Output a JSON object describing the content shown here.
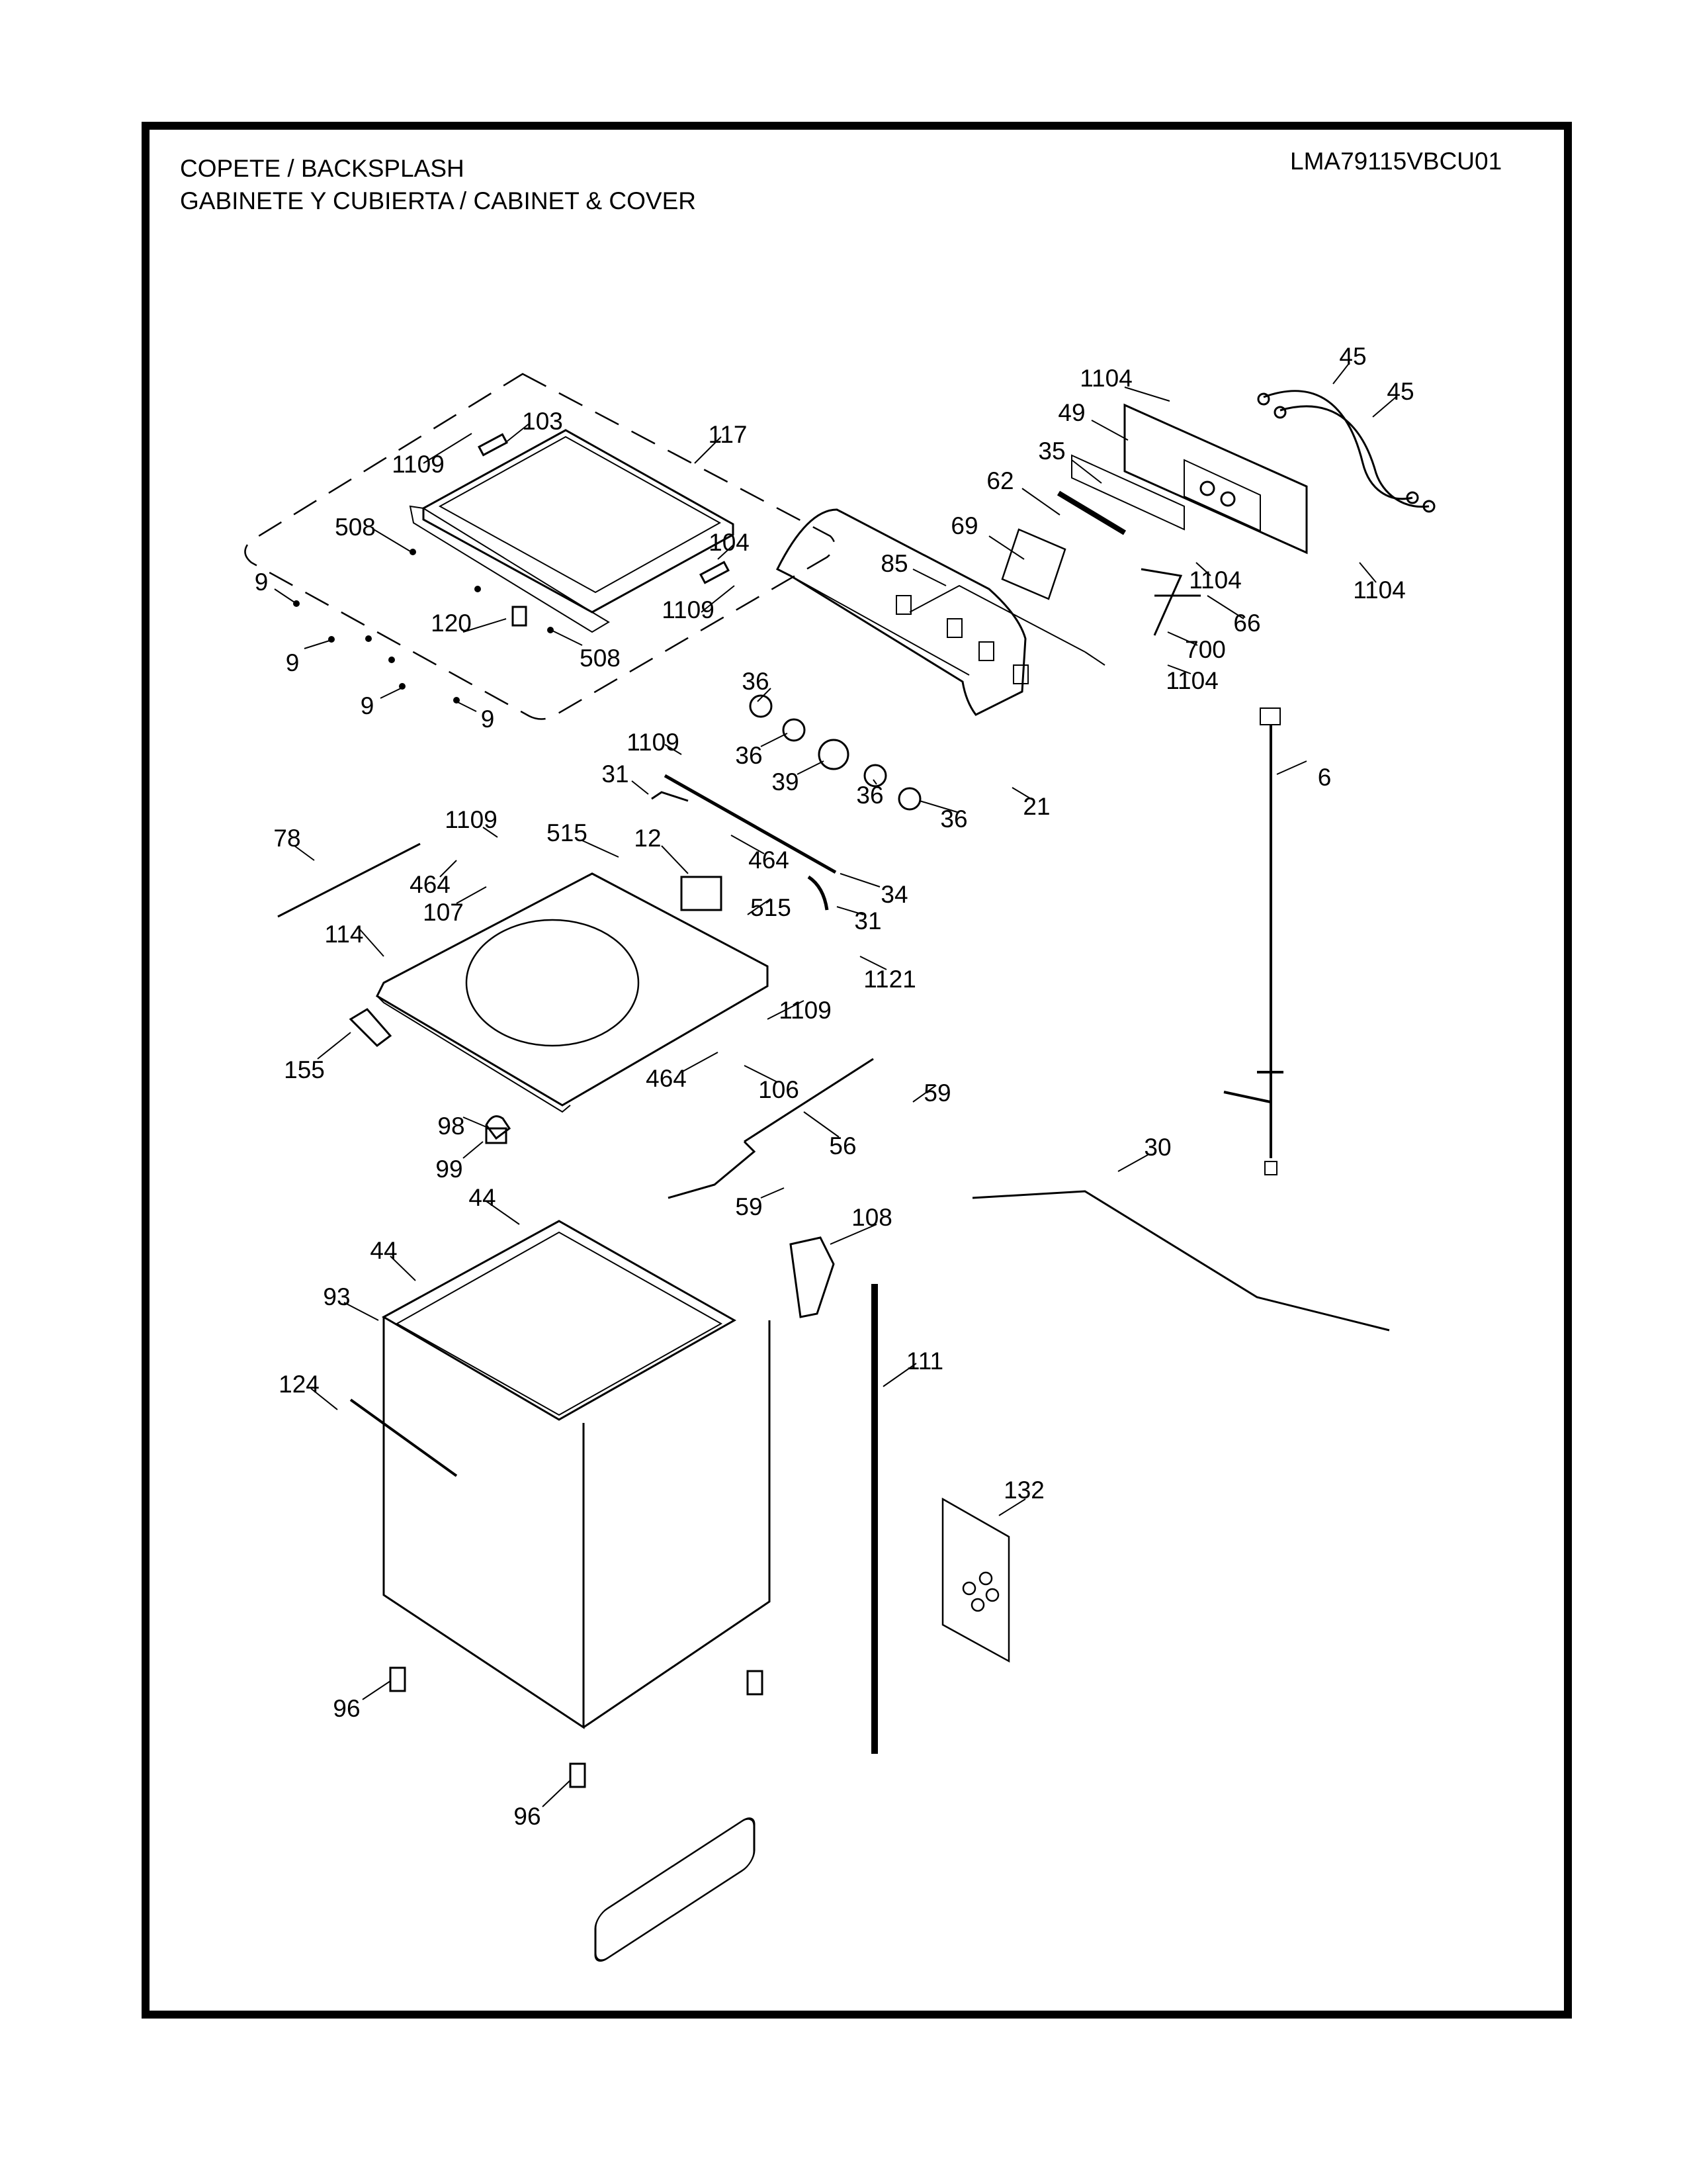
{
  "header": {
    "title_line1": "COPETE / BACKSPLASH",
    "title_line2": "GABINETE Y CUBIERTA / CABINET & COVER",
    "model_number": "LMA79115VBCU01"
  },
  "diagram": {
    "type": "exploded-parts-view",
    "subject": "Washer backsplash, cabinet & cover",
    "parts": [
      {
        "id": "117",
        "label": "117"
      },
      {
        "id": "103",
        "label": "103"
      },
      {
        "id": "1109a",
        "label": "1109"
      },
      {
        "id": "508a",
        "label": "508"
      },
      {
        "id": "104",
        "label": "104"
      },
      {
        "id": "1109b",
        "label": "1109"
      },
      {
        "id": "9a",
        "label": "9"
      },
      {
        "id": "9b",
        "label": "9"
      },
      {
        "id": "120",
        "label": "120"
      },
      {
        "id": "508b",
        "label": "508"
      },
      {
        "id": "9c",
        "label": "9"
      },
      {
        "id": "9d",
        "label": "9"
      },
      {
        "id": "1104a",
        "label": "1104"
      },
      {
        "id": "45a",
        "label": "45"
      },
      {
        "id": "45b",
        "label": "45"
      },
      {
        "id": "49",
        "label": "49"
      },
      {
        "id": "35",
        "label": "35"
      },
      {
        "id": "62",
        "label": "62"
      },
      {
        "id": "69",
        "label": "69"
      },
      {
        "id": "85",
        "label": "85"
      },
      {
        "id": "1104b",
        "label": "1104"
      },
      {
        "id": "1104c",
        "label": "1104"
      },
      {
        "id": "66",
        "label": "66"
      },
      {
        "id": "700",
        "label": "700"
      },
      {
        "id": "1104d",
        "label": "1104"
      },
      {
        "id": "36a",
        "label": "36"
      },
      {
        "id": "1109c",
        "label": "1109"
      },
      {
        "id": "36b",
        "label": "36"
      },
      {
        "id": "39",
        "label": "39"
      },
      {
        "id": "36c",
        "label": "36"
      },
      {
        "id": "36d",
        "label": "36"
      },
      {
        "id": "21",
        "label": "21"
      },
      {
        "id": "31a",
        "label": "31"
      },
      {
        "id": "6",
        "label": "6"
      },
      {
        "id": "78",
        "label": "78"
      },
      {
        "id": "1109d",
        "label": "1109"
      },
      {
        "id": "515a",
        "label": "515"
      },
      {
        "id": "12",
        "label": "12"
      },
      {
        "id": "464a",
        "label": "464"
      },
      {
        "id": "464b",
        "label": "464"
      },
      {
        "id": "34",
        "label": "34"
      },
      {
        "id": "107",
        "label": "107"
      },
      {
        "id": "515b",
        "label": "515"
      },
      {
        "id": "31b",
        "label": "31"
      },
      {
        "id": "114",
        "label": "114"
      },
      {
        "id": "1121",
        "label": "1121"
      },
      {
        "id": "1109e",
        "label": "1109"
      },
      {
        "id": "155",
        "label": "155"
      },
      {
        "id": "464c",
        "label": "464"
      },
      {
        "id": "106",
        "label": "106"
      },
      {
        "id": "59a",
        "label": "59"
      },
      {
        "id": "98",
        "label": "98"
      },
      {
        "id": "56",
        "label": "56"
      },
      {
        "id": "99",
        "label": "99"
      },
      {
        "id": "30",
        "label": "30"
      },
      {
        "id": "59b",
        "label": "59"
      },
      {
        "id": "44a",
        "label": "44"
      },
      {
        "id": "108",
        "label": "108"
      },
      {
        "id": "44b",
        "label": "44"
      },
      {
        "id": "93",
        "label": "93"
      },
      {
        "id": "111",
        "label": "111"
      },
      {
        "id": "124",
        "label": "124"
      },
      {
        "id": "132",
        "label": "132"
      },
      {
        "id": "96a",
        "label": "96"
      },
      {
        "id": "96b",
        "label": "96"
      }
    ]
  }
}
